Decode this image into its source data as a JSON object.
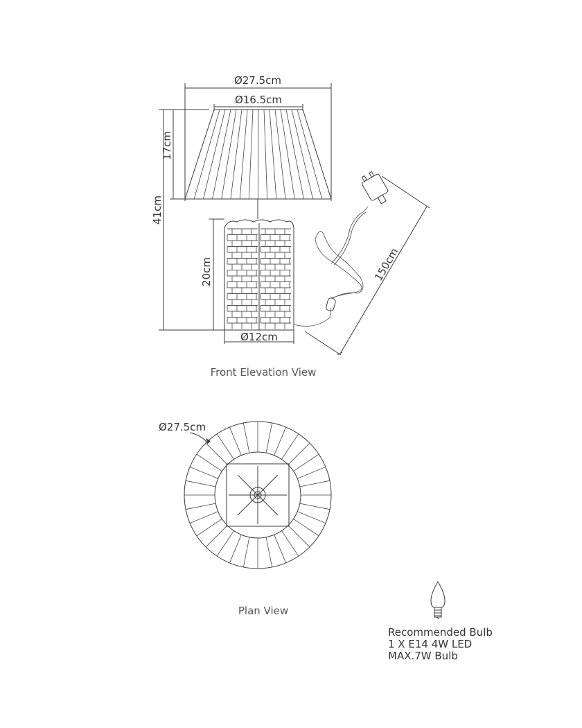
{
  "front_view": {
    "caption": "Front Elevation View",
    "dims": {
      "shade_bottom_diameter": "Ø27.5cm",
      "shade_top_diameter": "Ø16.5cm",
      "shade_height": "17cm",
      "total_height": "41cm",
      "base_height": "20cm",
      "base_diameter": "Ø12cm",
      "cable_length": "150cm"
    }
  },
  "plan_view": {
    "caption": "Plan View",
    "diameter": "Ø27.5cm"
  },
  "bulb": {
    "icon": "candle-bulb-icon",
    "lines": [
      "Recommended Bulb",
      "1  X E14 4W LED",
      "MAX.7W Bulb"
    ]
  }
}
